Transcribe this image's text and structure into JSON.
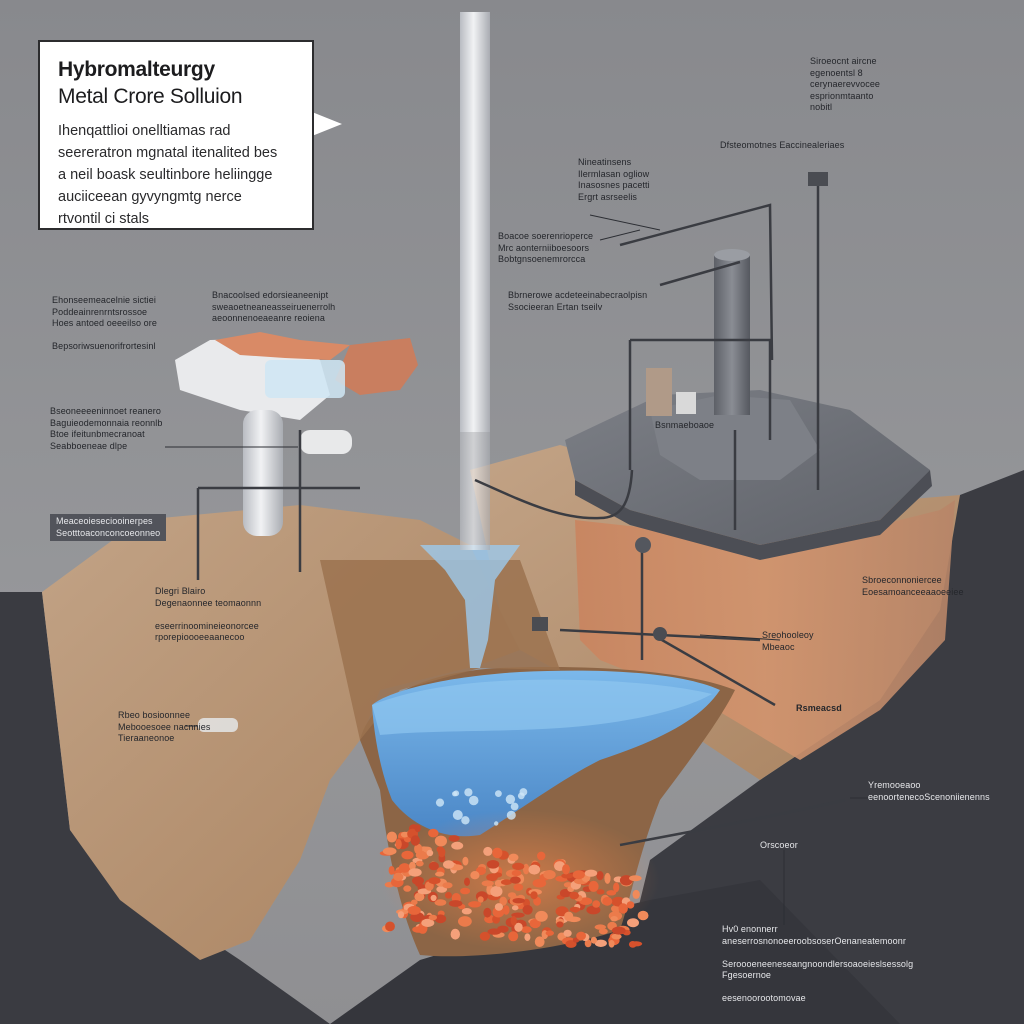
{
  "title_box": {
    "title_line1": "Hybromalteurgy",
    "title_line2": "Metal Crore Solluion",
    "body_lines": [
      "Ihenqattlioi onelltiamas rad",
      "seereratron mgnatal itenalited bes",
      "a neil boask seultinbore heliingge",
      "auciiceean gyvyngmtg nerce",
      "rtvontil ci stals"
    ]
  },
  "labels": {
    "top_right": [
      "Siroeocnt aircne",
      "egenoentsl 8",
      "cerynaerevvocee",
      "esprionmtaanto",
      "nobitl"
    ],
    "upper_right": [
      "Dfsteomotnes Eaccinealeriaes"
    ],
    "mid_right": [
      "Nineatinsens",
      "Ilermlasan ogliow",
      "Inasosnes pacetti",
      "Ergrt asrseelis"
    ],
    "center_top": [
      "Boacoe soerenrioperce",
      "Mrc aonterniiboesoors",
      "Bobtgnsoenemrorcca"
    ],
    "center_mid": [
      "Bbrnerowe acdeteeinabecraolpisn",
      "Ssocieeran Ertan tseilv"
    ],
    "left_top": [
      "Ehonseemeacelnie sictiei",
      "Poddeainrenrntsrossoe",
      "Hoes antoed oeeeilso ore",
      "",
      "Bepsoriwsuenorifrortesinl"
    ],
    "left_mid": [
      "Bseoneeeeninnoet reanero",
      "Baguieodemonnaia reonnlb",
      "Btoe ifeitunbmecranoat",
      "Seabboeneae dlpe"
    ],
    "center_small": [
      "Bnacoolsed edorsieaneenipt",
      "sweaoetneaneasseiruenerrolh",
      "aeoonnenoeaeanre reoiena"
    ],
    "left_dark": [
      "Meaceoieseciooinerpes",
      "Seotttoaconconcoeonneo"
    ],
    "left_low": [
      "Dlegri Blairo",
      "Degenaonnee teomaonnn",
      "",
      "eseerrinoomineieonorcee",
      "rporepioooeeaanecoo"
    ],
    "left_tiny": [
      "Rbeo bosioonnee",
      "Mebooesoee nacnnies",
      "Tieraaneonoe"
    ],
    "pile_label": [
      "Bsnmaeboaoe"
    ],
    "right_side": [
      "Sbroeconnoniercee",
      "Eoesamoanceeaaoeeiee"
    ],
    "right_pipe": [
      "Sreohooleoy",
      "Mbeaoc"
    ],
    "right_low": [
      "Rsmeacsd"
    ],
    "bottom_right_a": [
      "Yremooeaoo",
      "eenoortenecoScenoniienenns"
    ],
    "bottom_right_b": [
      "Orscoeor"
    ],
    "bottom_right_c": [
      "Hv0 enonnerr",
      "aneserrosnonoeeroobsoserOenaneatemoonr",
      "",
      "Seroooeneeneseangnoondlersoaoeieslsessolg",
      "Fgesoernoe",
      "",
      "eesenoorootomovae"
    ]
  },
  "colors": {
    "background": "#8e8f93",
    "soil": "#b58e6c",
    "water": "#5e9fd8",
    "ore": "#e56a3e",
    "concrete": "#6a6d74",
    "dark_ground": "#3b3c42"
  }
}
